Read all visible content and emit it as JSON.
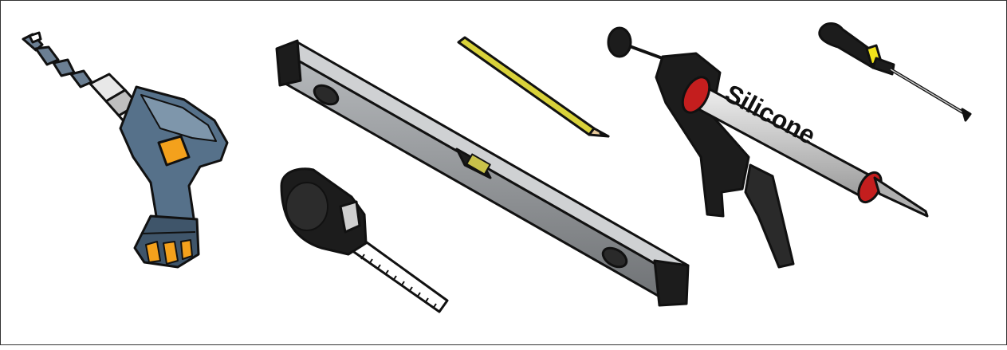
{
  "illustration": {
    "tools": [
      {
        "id": "drill",
        "icon": "power-drill-icon"
      },
      {
        "id": "spirit-level",
        "icon": "spirit-level-icon"
      },
      {
        "id": "tape-measure",
        "icon": "tape-measure-icon"
      },
      {
        "id": "pencil",
        "icon": "pencil-icon"
      },
      {
        "id": "caulking-gun",
        "icon": "caulking-gun-icon"
      },
      {
        "id": "screwdriver",
        "icon": "screwdriver-icon"
      }
    ],
    "cartridge_label": "Silicone",
    "colors": {
      "outline": "#111111",
      "drill_body": "#56718a",
      "drill_accent": "#f4a11c",
      "level_body": "#8a8d90",
      "vial": "#c9c24a",
      "pencil": "#d9d23a",
      "gun_body": "#1c1c1c",
      "cartridge": "#c7c7c7",
      "cartridge_rim": "#c41e1e",
      "screwdriver_band": "#f2e31a"
    }
  }
}
